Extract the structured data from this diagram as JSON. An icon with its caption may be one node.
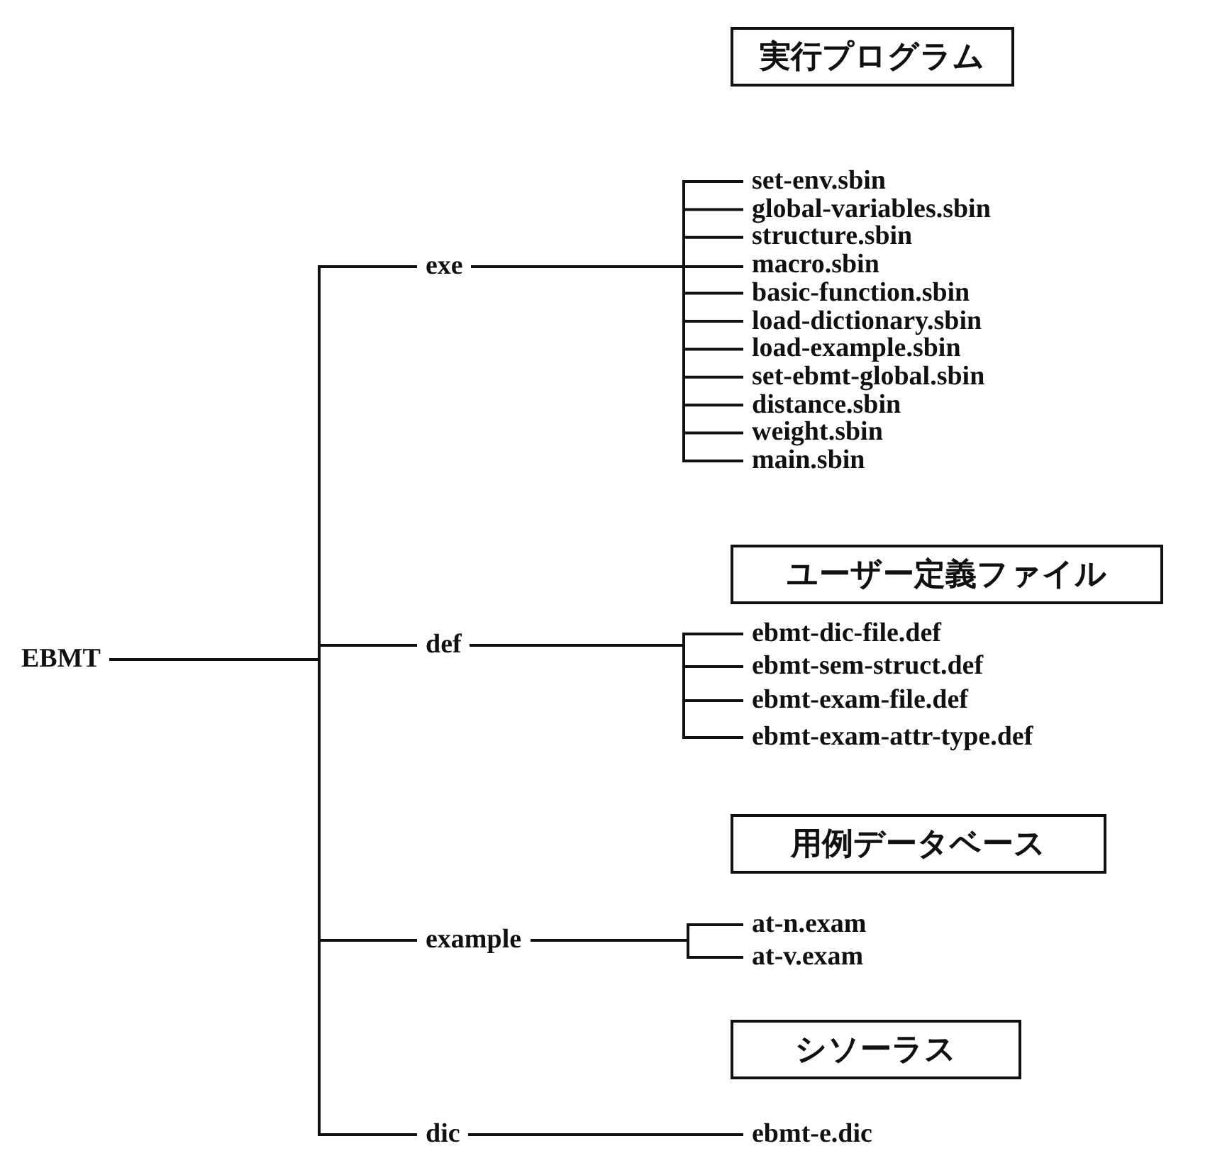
{
  "diagram": {
    "nodes": [
      {
        "text": [
          "EBMT"
        ]
      },
      {
        "text": [
          "exe"
        ]
      },
      {
        "text": [
          "def"
        ]
      },
      {
        "text": [
          "example"
        ]
      },
      {
        "text": [
          "dic"
        ]
      },
      {
        "text": [
          "実行プログラム"
        ]
      },
      {
        "text": [
          "set-env.sbin"
        ]
      },
      {
        "text": [
          "global-variables.sbin"
        ]
      },
      {
        "text": [
          "structure.sbin"
        ]
      },
      {
        "text": [
          "macro.sbin"
        ]
      },
      {
        "text": [
          "basic-function.sbin"
        ]
      },
      {
        "text": [
          "load-dictionary.sbin"
        ]
      },
      {
        "text": [
          "load-example.sbin"
        ]
      },
      {
        "text": [
          "set-ebmt-global.sbin"
        ]
      },
      {
        "text": [
          "distance.sbin"
        ]
      },
      {
        "text": [
          "weight.sbin"
        ]
      },
      {
        "text": [
          "main.sbin"
        ]
      },
      {
        "text": [
          "ユーザー定義ファイル"
        ]
      },
      {
        "text": [
          "ebmt-dic-file.def"
        ]
      },
      {
        "text": [
          "ebmt-sem-struct.def"
        ]
      },
      {
        "text": [
          "ebmt-exam-file.def"
        ]
      },
      {
        "text": [
          "ebmt-exam-attr-type.def"
        ]
      },
      {
        "text": [
          "用例データベース"
        ]
      },
      {
        "text": [
          "at-n.exam"
        ]
      },
      {
        "text": [
          "at-v.exam"
        ]
      },
      {
        "text": [
          "シソーラス"
        ]
      },
      {
        "text": [
          "ebmt-e.dic"
        ]
      }
    ],
    "edges": [
      {
        "from": 0,
        "to": 1,
        "arrow": "none"
      },
      {
        "from": 0,
        "to": 2,
        "arrow": "none"
      },
      {
        "from": 0,
        "to": 3,
        "arrow": "none"
      },
      {
        "from": 0,
        "to": 4,
        "arrow": "none"
      },
      {
        "from": 1,
        "to": 6,
        "arrow": "none"
      },
      {
        "from": 1,
        "to": 7,
        "arrow": "none"
      },
      {
        "from": 1,
        "to": 8,
        "arrow": "none"
      },
      {
        "from": 1,
        "to": 9,
        "arrow": "none"
      },
      {
        "from": 1,
        "to": 10,
        "arrow": "none"
      },
      {
        "from": 1,
        "to": 11,
        "arrow": "none"
      },
      {
        "from": 1,
        "to": 12,
        "arrow": "none"
      },
      {
        "from": 1,
        "to": 13,
        "arrow": "none"
      },
      {
        "from": 1,
        "to": 14,
        "arrow": "none"
      },
      {
        "from": 1,
        "to": 15,
        "arrow": "none"
      },
      {
        "from": 1,
        "to": 16,
        "arrow": "none"
      },
      {
        "from": 2,
        "to": 18,
        "arrow": "none"
      },
      {
        "from": 2,
        "to": 19,
        "arrow": "none"
      },
      {
        "from": 2,
        "to": 20,
        "arrow": "none"
      },
      {
        "from": 2,
        "to": 21,
        "arrow": "none"
      },
      {
        "from": 3,
        "to": 23,
        "arrow": "none"
      },
      {
        "from": 3,
        "to": 24,
        "arrow": "none"
      },
      {
        "from": 4,
        "to": 26,
        "arrow": "none"
      }
    ]
  }
}
